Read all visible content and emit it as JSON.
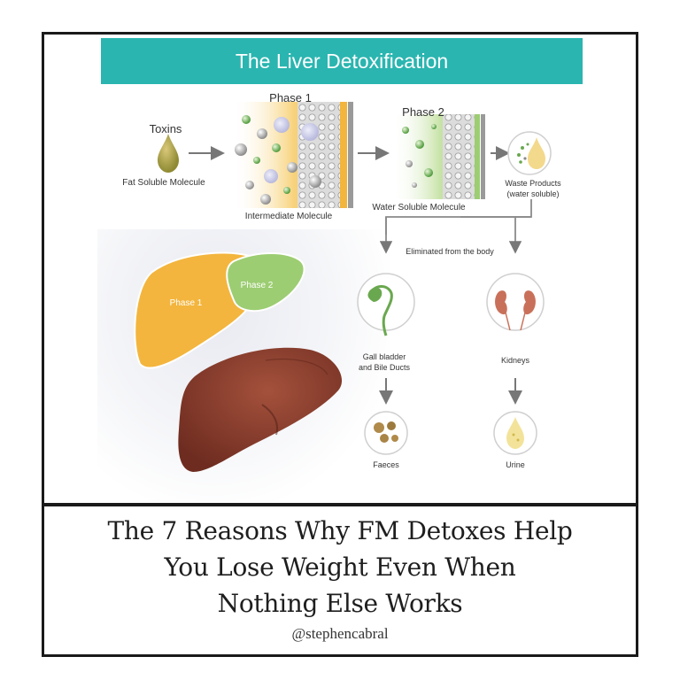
{
  "diagram": {
    "title": "The Liver Detoxification",
    "toxins_label": "Toxins",
    "fat_soluble_label": "Fat Soluble Molecule",
    "phase1_heading": "Phase 1",
    "intermediate_label": "Intermediate Molecule",
    "phase2_heading": "Phase 2",
    "water_soluble_label": "Water Soluble Molecule",
    "waste_label_line1": "Waste Products",
    "waste_label_line2": "(water soluble)",
    "eliminated_label": "Eliminated from the body",
    "liver_phase1_label": "Phase 1",
    "liver_phase2_label": "Phase 2",
    "gallbladder_label_line1": "Gall bladder",
    "gallbladder_label_line2": "and Bile Ducts",
    "kidneys_label": "Kidneys",
    "faeces_label": "Faeces",
    "urine_label": "Urine"
  },
  "caption": {
    "line1": "The 7 Reasons Why FM Detoxes Help",
    "line2": "You Lose Weight Even When",
    "line3": "Nothing Else Works",
    "handle": "@stephencabral"
  },
  "colors": {
    "banner": "#2ab5b0",
    "phase1": "#f3b53d",
    "phase2": "#9ccd72",
    "liver": "#8a3b2c",
    "frame": "#1a1a1a"
  }
}
